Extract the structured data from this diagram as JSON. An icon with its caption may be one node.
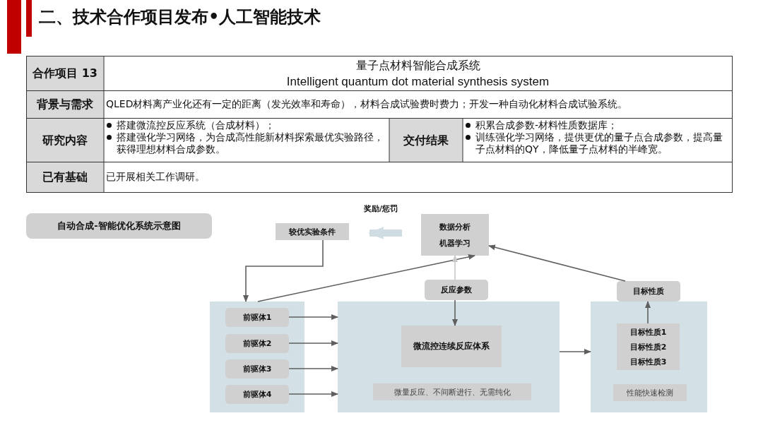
{
  "diagram": {
    "title": "二、技术合作项目发布•人工智能技术",
    "nodes": [
      {
        "text": [
          "自动合成-智能优化系统示意图"
        ]
      },
      {
        "text": [
          "较优实验条件"
        ]
      },
      {
        "text": [
          "数据分析",
          "机器学习"
        ]
      },
      {
        "text": [
          "反应参数"
        ]
      },
      {
        "text": [
          "目标性质"
        ]
      },
      {
        "text": [],
        "shape": "box"
      },
      {
        "text": [
          "前驱体1"
        ],
        "in": 5
      },
      {
        "text": [
          "前驱体2"
        ],
        "in": 5
      },
      {
        "text": [
          "前驱体3"
        ],
        "in": 5
      },
      {
        "text": [
          "前驱体4"
        ],
        "in": 5
      },
      {
        "text": [],
        "shape": "box"
      },
      {
        "text": [
          "微流控连续反应体系"
        ],
        "in": 10
      },
      {
        "text": [
          "微量反应、不间断进行、无需纯化"
        ],
        "in": 10
      },
      {
        "text": [],
        "shape": "box"
      },
      {
        "text": [
          "目标性质1",
          "目标性质2",
          "目标性质3"
        ],
        "in": 13
      },
      {
        "text": [
          "性能快速检测"
        ],
        "in": 13
      }
    ],
    "edges": [
      {
        "from": 1,
        "to": 5,
        "arrow": "to"
      },
      {
        "from": 5,
        "to": 2,
        "arrow": "to"
      },
      {
        "from": 6,
        "to": 10,
        "arrow": "to"
      },
      {
        "from": 7,
        "to": 10,
        "arrow": "to"
      },
      {
        "from": 8,
        "to": 10,
        "arrow": "to"
      },
      {
        "from": 9,
        "to": 10,
        "arrow": "to"
      },
      {
        "from": 3,
        "to": 11,
        "arrow": "to"
      },
      {
        "from": 3,
        "to": 2,
        "arrow": "to",
        "color": "#c8c8c8"
      },
      {
        "from": 10,
        "to": 13,
        "arrow": "to"
      },
      {
        "from": 14,
        "to": 4,
        "arrow": "to"
      },
      {
        "from": 4,
        "to": 2,
        "arrow": "to"
      },
      {
        "from": 2,
        "to": 1,
        "arrow": "to",
        "label": "奖励/惩罚",
        "style": "thick",
        "color": "#cfdde3"
      }
    ],
    "labels": [
      "合作项目 13",
      "量子点材料智能合成系统",
      "Intelligent quantum dot material synthesis system",
      "背景与需求",
      "QLED材料离产业化还有一定的距离（发光效率和寿命），材料合成试验费时费力；开发一种自动化材料合成试验系统。",
      "研究内容",
      "搭建微流控反应系统（合成材料）；",
      "搭建强化学习网络，为合成高性能新材料探索最优实验路径，获得理想材料合成参数。",
      "交付结果",
      "积累合成参数-材料性质数据库；",
      "训练强化学习网络，提供更优的量子点合成参数，提高量子点材料的QY，降低量子点材料的半峰宽。",
      "已有基础",
      "已开展相关工作调研。"
    ]
  }
}
